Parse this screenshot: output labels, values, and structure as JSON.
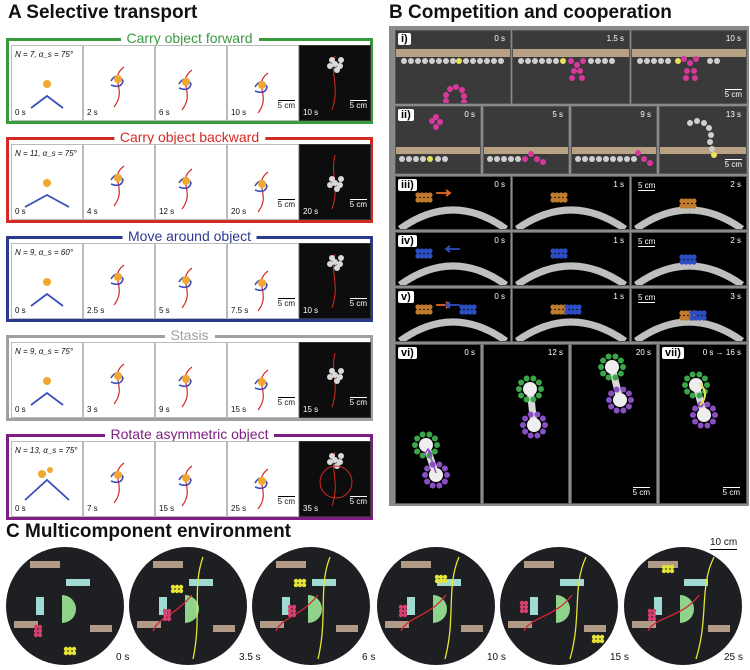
{
  "sections": {
    "a": {
      "title": "A Selective transport"
    },
    "b": {
      "title": "B Competition and cooperation"
    },
    "c": {
      "title": "C Multicomponent environment"
    }
  },
  "rows_a": [
    {
      "label": "Carry object forward",
      "color": "#3a9a3e",
      "param": "N = 7, α_s = 75°",
      "times": [
        "0 s",
        "2 s",
        "6 s",
        "10 s",
        "10 s"
      ]
    },
    {
      "label": "Carry object backward",
      "color": "#d42a25",
      "param": "N = 11, α_s = 75°",
      "times": [
        "0 s",
        "4 s",
        "12 s",
        "20 s",
        "20 s"
      ]
    },
    {
      "label": "Move around object",
      "color": "#2b3a8f",
      "param": "N = 9, α_s = 60°",
      "times": [
        "0 s",
        "2.5 s",
        "5 s",
        "7.5 s",
        "10 s"
      ]
    },
    {
      "label": "Stasis",
      "color": "#a0a0a0",
      "param": "N = 9, α_s = 75°",
      "times": [
        "0 s",
        "3 s",
        "9 s",
        "15 s",
        "15 s"
      ]
    },
    {
      "label": "Rotate asymmetric object",
      "color": "#7d1f82",
      "param": "N = 13, α_s = 75°",
      "times": [
        "0 s",
        "7 s",
        "15 s",
        "25 s",
        "35 s"
      ]
    }
  ],
  "scale_label": "5 cm",
  "b_rows": {
    "i": {
      "label": "i)",
      "times": [
        "0 s",
        "1.5 s",
        "10 s"
      ]
    },
    "ii": {
      "label": "ii)",
      "times": [
        "0 s",
        "5 s",
        "9 s",
        "13 s"
      ]
    },
    "iii": {
      "label": "iii)",
      "times": [
        "0 s",
        "1 s",
        "2 s"
      ]
    },
    "iv": {
      "label": "iv)",
      "times": [
        "0 s",
        "1 s",
        "2 s"
      ]
    },
    "v": {
      "label": "v)",
      "times": [
        "0 s",
        "1 s",
        "3 s"
      ]
    },
    "vi": {
      "label": "vi)",
      "times": [
        "0 s",
        "12 s",
        "20 s"
      ]
    },
    "vii": {
      "label": "vii)",
      "times": [
        "0 s → 16 s"
      ]
    }
  },
  "c_times": [
    "0 s",
    "3.5 s",
    "6 s",
    "10 s",
    "15 s",
    "25 s"
  ],
  "c_scale": "10 cm"
}
